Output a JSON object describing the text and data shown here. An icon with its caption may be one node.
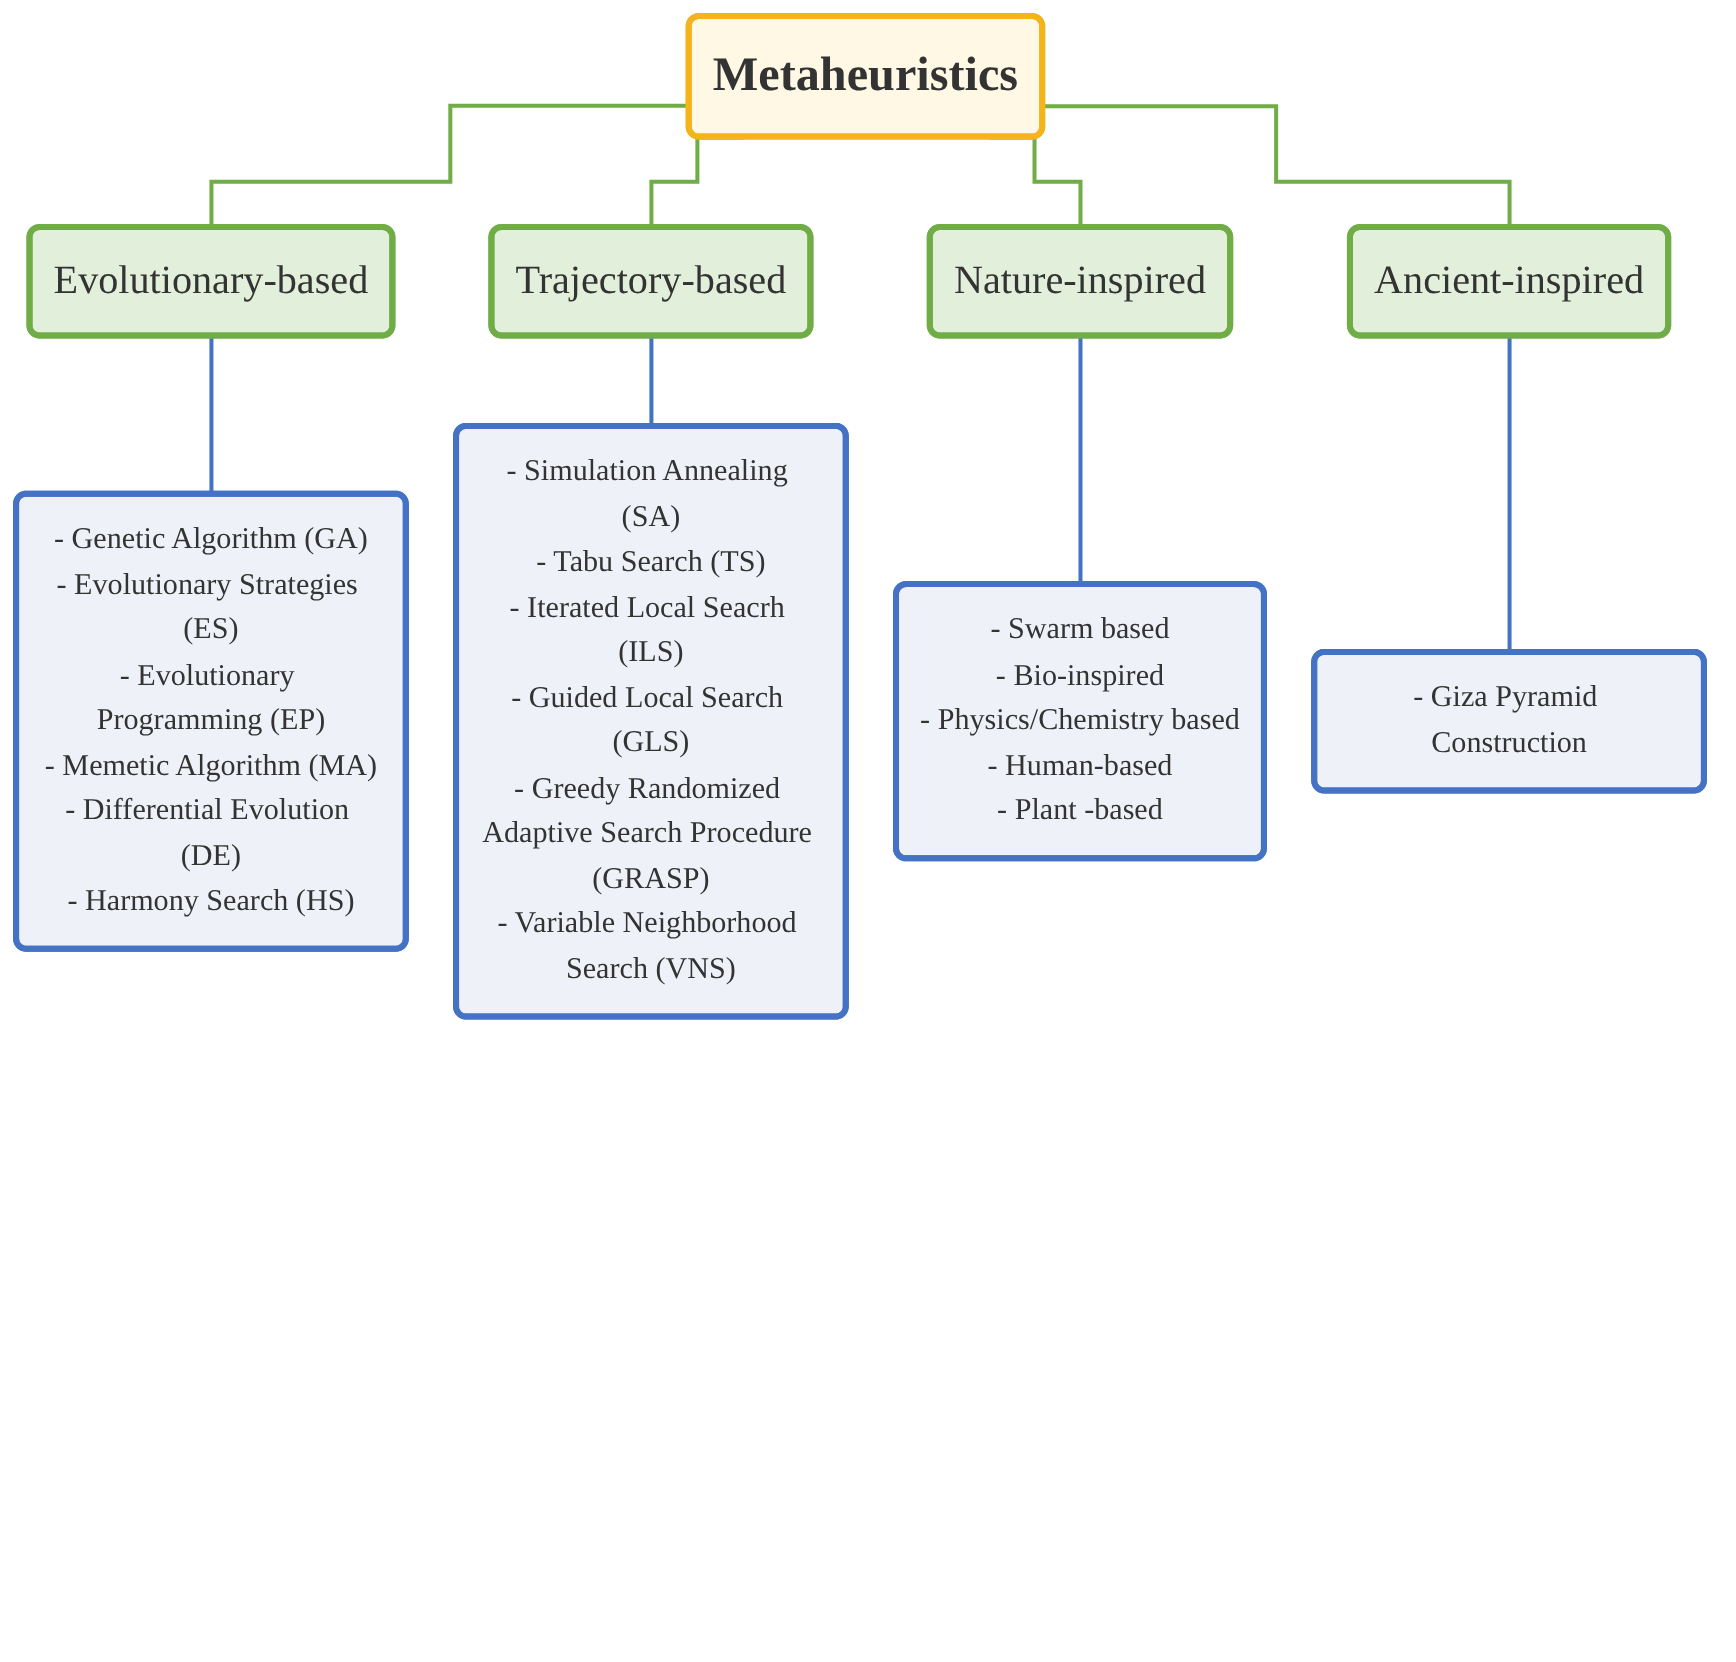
{
  "diagram": {
    "nodes": [
      {
        "text": [
          "Metaheuristics"
        ]
      },
      {
        "text": [
          "Evolutionary-based"
        ]
      },
      {
        "text": [
          "Trajectory-based"
        ]
      },
      {
        "text": [
          "Nature-inspired"
        ]
      },
      {
        "text": [
          "Ancient-inspired"
        ]
      },
      {
        "text": [
          "- Genetic Algorithm (GA)",
          "- Evolutionary Strategies (ES)",
          "- Evolutionary Programming (EP)",
          "- Memetic Algorithm (MA)",
          "- Differential Evolution (DE)",
          "- Harmony Search (HS)"
        ]
      },
      {
        "text": [
          "- Simulation Annealing (SA)",
          "- Tabu Search (TS)",
          "- Iterated Local Seacrh (ILS)",
          "- Guided Local Search (GLS)",
          "- Greedy Randomized Adaptive Search Procedure (GRASP)",
          "- Variable Neighborhood Search (VNS)"
        ]
      },
      {
        "text": [
          "- Swarm based",
          "- Bio-inspired",
          "- Physics/Chemistry based",
          "- Human-based",
          "- Plant -based"
        ]
      },
      {
        "text": [
          "- Giza Pyramid Construction"
        ]
      }
    ],
    "edges": [
      {
        "from": 0,
        "to": 1,
        "arrow": "none",
        "color": "#70ad47"
      },
      {
        "from": 0,
        "to": 2,
        "arrow": "none",
        "color": "#70ad47"
      },
      {
        "from": 0,
        "to": 3,
        "arrow": "none",
        "color": "#70ad47"
      },
      {
        "from": 0,
        "to": 4,
        "arrow": "none",
        "color": "#70ad47"
      },
      {
        "from": 1,
        "to": 5,
        "arrow": "none",
        "color": "#4472c4"
      },
      {
        "from": 2,
        "to": 6,
        "arrow": "none",
        "color": "#4472c4"
      },
      {
        "from": 3,
        "to": 7,
        "arrow": "none",
        "color": "#4472c4"
      },
      {
        "from": 4,
        "to": 8,
        "arrow": "none",
        "color": "#4472c4"
      }
    ]
  }
}
